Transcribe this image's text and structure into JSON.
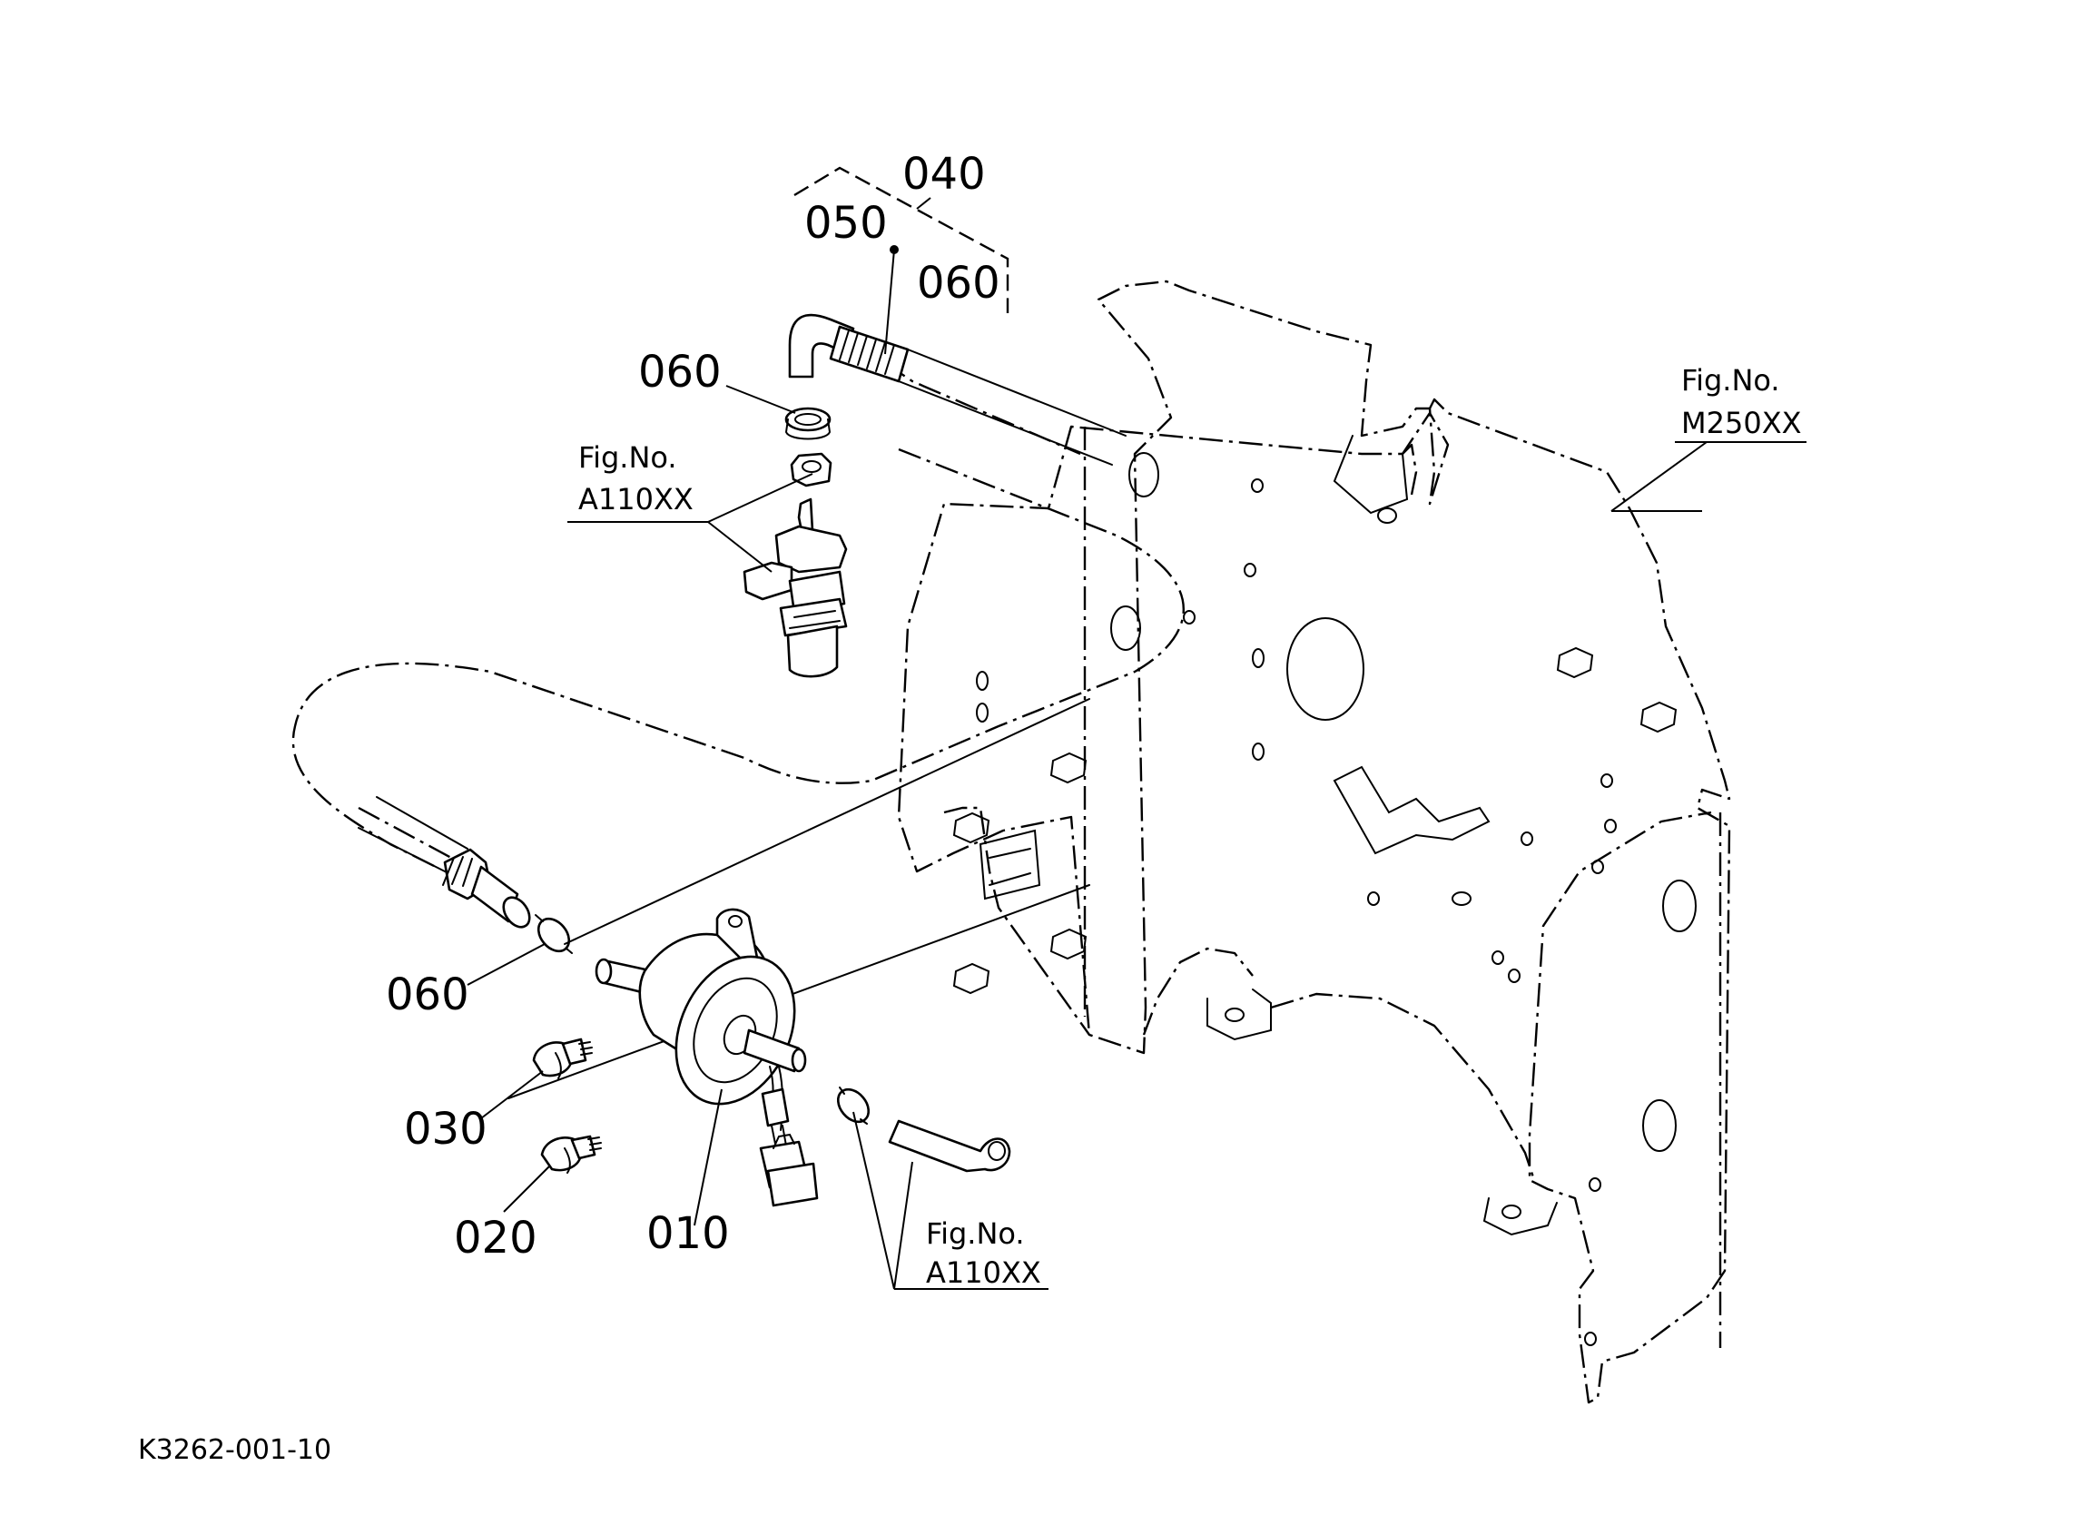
{
  "diagram": {
    "parts": {
      "p010": "010",
      "p020": "020",
      "p030": "030",
      "p040": "040",
      "p050": "050",
      "p060_top_right": "060",
      "p060_top_left": "060",
      "p060_bottom": "060"
    },
    "references": {
      "upper_left": {
        "line1": "Fig.No.",
        "line2": "A110XX"
      },
      "lower_center": {
        "line1": "Fig.No.",
        "line2": "A110XX"
      },
      "right": {
        "line1": "Fig.No.",
        "line2": "M250XX"
      }
    },
    "drawing_code": "K3262-001-10"
  }
}
